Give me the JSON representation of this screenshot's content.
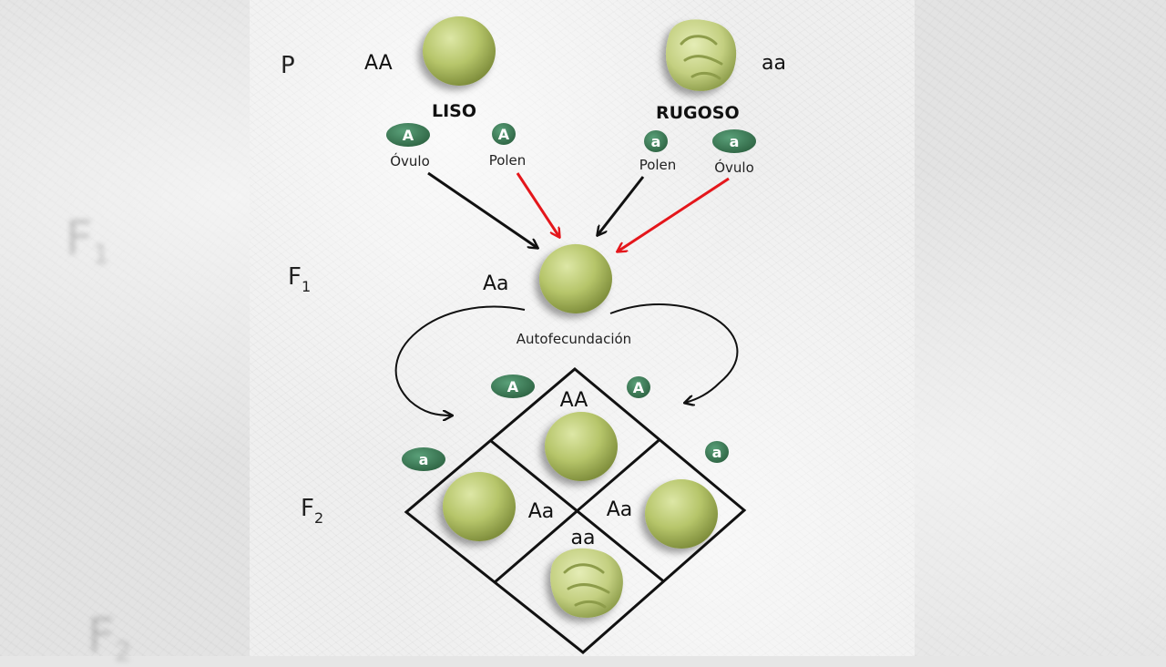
{
  "colors": {
    "allele_green": "#3f7d57",
    "arrow_red": "#e4161b",
    "arrow_black": "#111111",
    "pea_smooth": "#b8c86e",
    "pea_wrinkled": "#c8d486"
  },
  "generations": {
    "p": "P",
    "f1": {
      "main": "F",
      "sub": "1"
    },
    "f2": {
      "main": "F",
      "sub": "2"
    }
  },
  "parents": {
    "left": {
      "genotype": "AA",
      "phenotype": "LISO"
    },
    "right": {
      "genotype": "aa",
      "phenotype": "RUGOSO"
    }
  },
  "gametes": {
    "left_ovule": {
      "allele": "A",
      "label": "Óvulo"
    },
    "left_pollen": {
      "allele": "A",
      "label": "Polen"
    },
    "right_pollen": {
      "allele": "a",
      "label": "Polen"
    },
    "right_ovule": {
      "allele": "a",
      "label": "Óvulo"
    }
  },
  "f1": {
    "genotype": "Aa",
    "process": "Autofecundación"
  },
  "punnett": {
    "top_left_allele": "A",
    "top_right_allele": "A",
    "left_allele": "a",
    "right_allele": "a",
    "cells": {
      "top": "AA",
      "left": "Aa",
      "right": "Aa",
      "bottom": "aa"
    }
  },
  "ghost": {
    "f1": {
      "main": "F",
      "sub": "1"
    },
    "f2": {
      "main": "F",
      "sub": "2"
    }
  }
}
